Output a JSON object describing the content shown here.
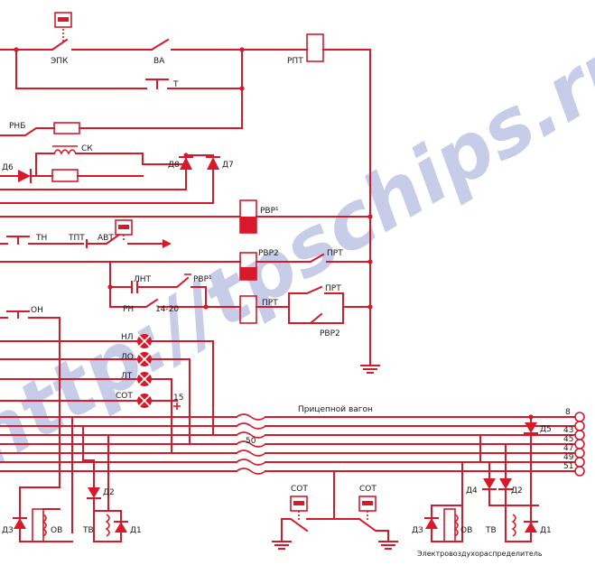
{
  "labels": {
    "epk": "ЭПК",
    "va": "ВА",
    "rpt": "РПТ",
    "t": "Т",
    "rnb": "РНБ",
    "sk": "СК",
    "d6": "Д6",
    "d8": "Д8",
    "d7": "Д7",
    "rvr1": "РВР¹",
    "tn": "ТН",
    "tpt": "ТПТ",
    "avt": "АВТ",
    "rvr2": "РВР2",
    "prt": "ПРТ",
    "lnt": "ЛНТ",
    "rvr1b": "РВР¹",
    "rn": "РН",
    "rn_range": "14-20",
    "prt2": "ПРТ",
    "prt3": "ПРТ",
    "rvr2b": "РВР2",
    "on": "ОН",
    "nl": "НЛ",
    "lo": "ЛО",
    "lt": "ЛТ",
    "sot": "СОТ",
    "num15": "15",
    "trailer": "Прицепной вагон",
    "n50": "50",
    "d2": "Д2",
    "d3": "ДЗ",
    "ov": "ОВ",
    "tv": "ТВ",
    "d1": "Д1",
    "sot_a": "СОТ",
    "sot_b": "СОТ",
    "d4r": "Д4",
    "d2r": "Д2",
    "d3r": "ДЗ",
    "ovr": "ОВ",
    "tvr": "ТВ",
    "d1r": "Д1",
    "d5": "Д5",
    "air_distributor": "Электровоздухораспределитель"
  },
  "terminals": [
    "8",
    "43",
    "45",
    "47",
    "49",
    "51"
  ],
  "watermark": "http://tpschips.ru",
  "colors": {
    "wire": "#d8192a",
    "watermark": "#9aa6d6"
  }
}
